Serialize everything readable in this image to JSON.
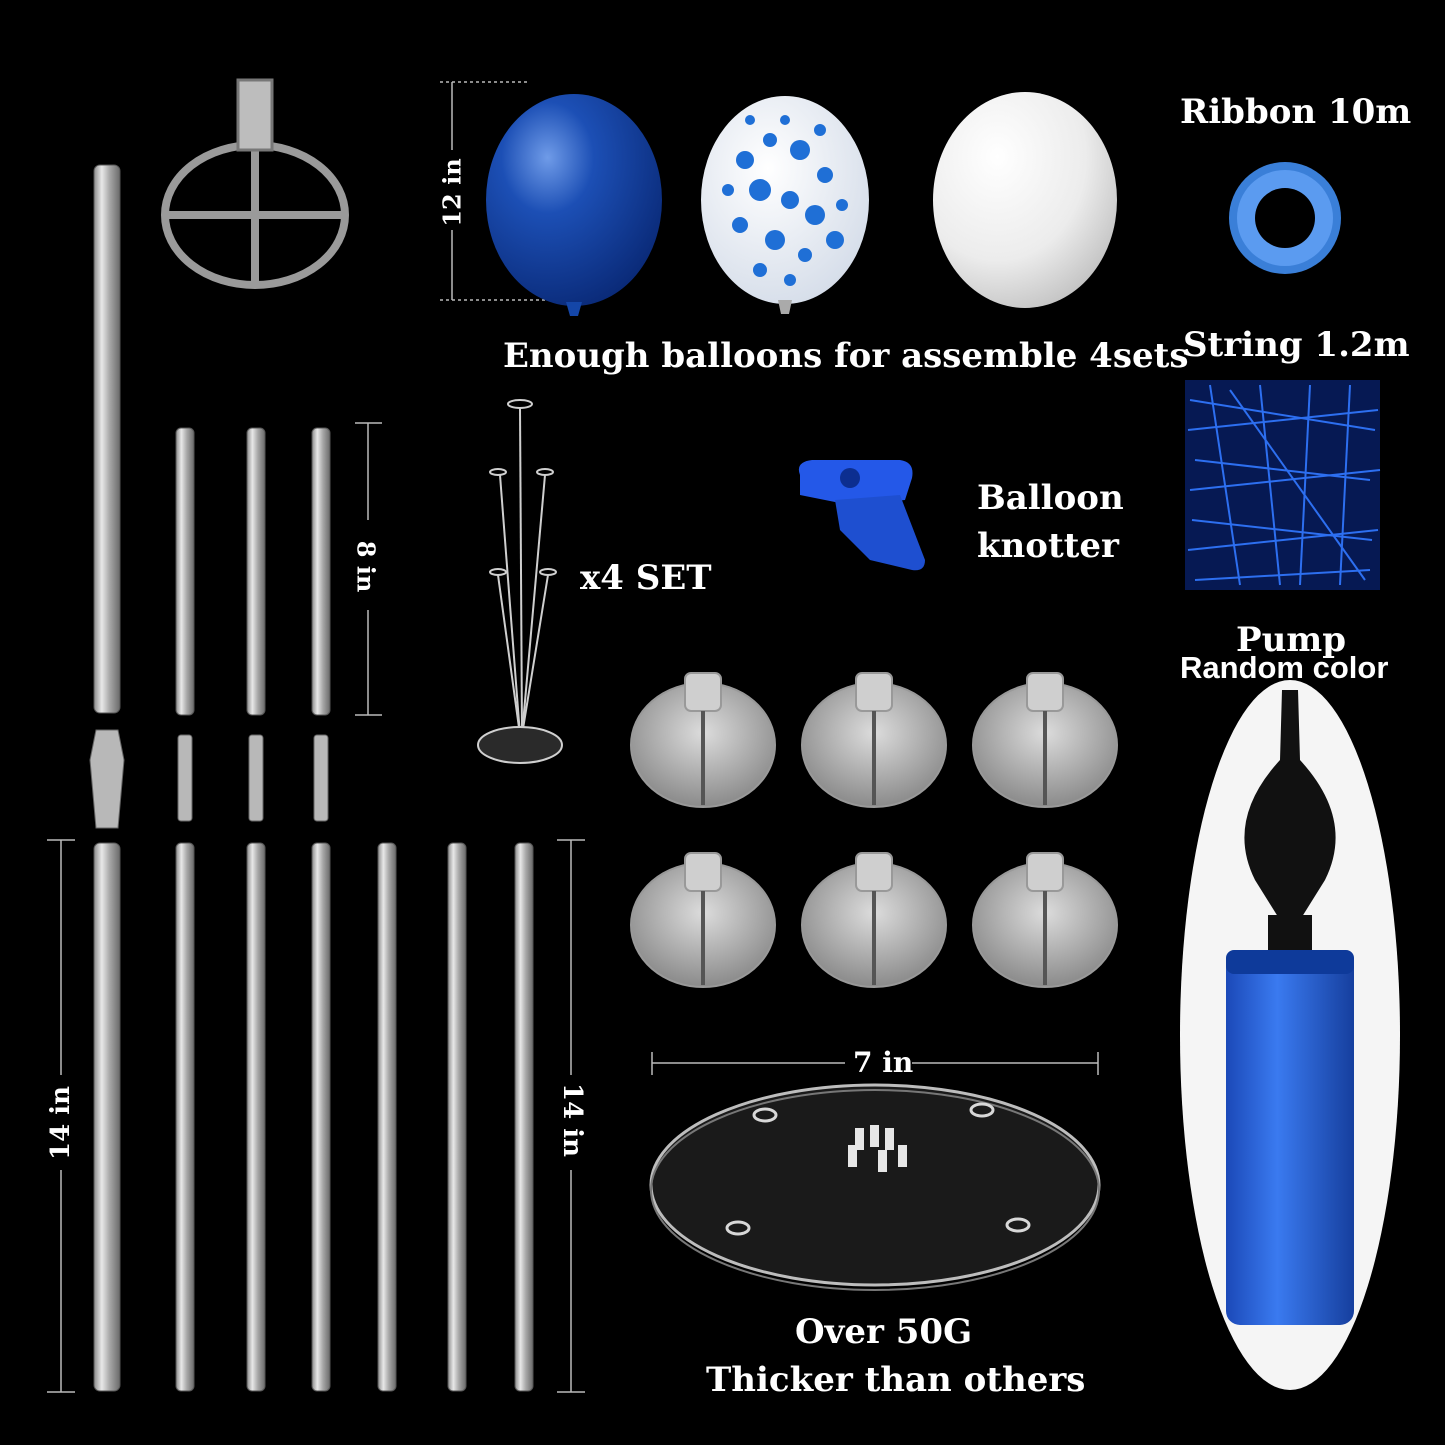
{
  "labels": {
    "balloon_height": "12 in",
    "balloons_caption": "Enough balloons for assemble 4sets",
    "ribbon": "Ribbon 10m",
    "string": "String 1.2m",
    "short_rod_length": "8 in",
    "set_count": "x4 SET",
    "knotter_line1": "Balloon",
    "knotter_line2": "knotter",
    "pump": "Pump",
    "pump_color": "Random color",
    "long_rod_left": "14 in",
    "long_rod_right": "14 in",
    "base_width": "7 in",
    "base_weight": "Over 50G",
    "base_note": "Thicker than others"
  },
  "colors": {
    "background": "#000000",
    "balloon_blue": "#1446a8",
    "confetti_blue": "#1f6fd6",
    "balloon_white": "#f2f2f2",
    "pump_blue": "#1d58d8",
    "knotter_blue": "#2458e8",
    "clear_plastic": "#cfcfcf"
  },
  "icons": [
    "balloon-icon",
    "confetti-balloon-icon",
    "ribbon-roll-icon",
    "string-bundle-icon",
    "balloon-knotter-icon",
    "cup-holder-icon",
    "base-plate-icon",
    "pump-icon",
    "rod-icon",
    "connector-icon",
    "balloon-stand-icon"
  ]
}
